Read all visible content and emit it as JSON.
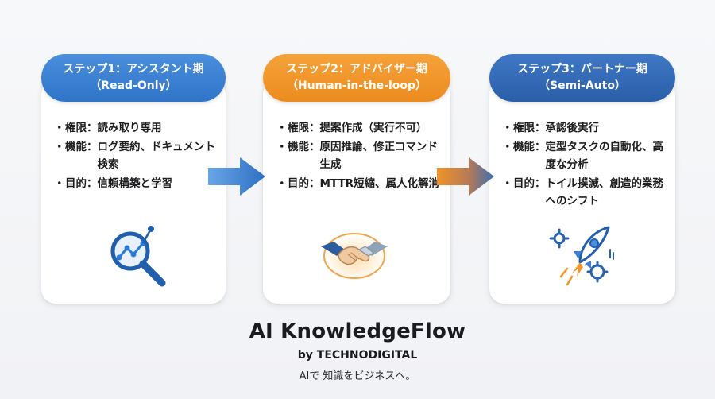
{
  "steps": [
    {
      "title": "ステップ1：アシスタント期",
      "subtitle": "（Read-Only）",
      "color": "#2f74c8",
      "bullets": [
        {
          "key": "権限：",
          "value": "読み取り専用"
        },
        {
          "key": "機能：",
          "value": "ログ要約、ドキュメント検索"
        },
        {
          "key": "目的：",
          "value": "信頼構築と学習"
        }
      ],
      "icon": "magnifier-chart-icon"
    },
    {
      "title": "ステップ2：アドバイザー期",
      "subtitle": "（Human-in-the-loop）",
      "color": "#ec8b1e",
      "bullets": [
        {
          "key": "権限：",
          "value": "提案作成（実行不可）"
        },
        {
          "key": "機能：",
          "value": "原因推論、修正コマンド生成"
        },
        {
          "key": "目的：",
          "value": "MTTR短縮、属人化解消"
        }
      ],
      "icon": "handshake-icon"
    },
    {
      "title": "ステップ3：パートナー期",
      "subtitle": "（Semi-Auto）",
      "color": "#2a5ea8",
      "bullets": [
        {
          "key": "権限：",
          "value": "承認後実行"
        },
        {
          "key": "機能：",
          "value": "定型タスクの自動化、高度な分析"
        },
        {
          "key": "目的：",
          "value": "トイル撲滅、創造的業務へのシフト"
        }
      ],
      "icon": "rocket-gears-icon"
    }
  ],
  "bullet_glyph": "・",
  "brand": {
    "title": "AI KnowledgeFlow",
    "byline": "by TECHNODIGITAL",
    "tagline": "AIで 知識をビジネスへ。"
  }
}
